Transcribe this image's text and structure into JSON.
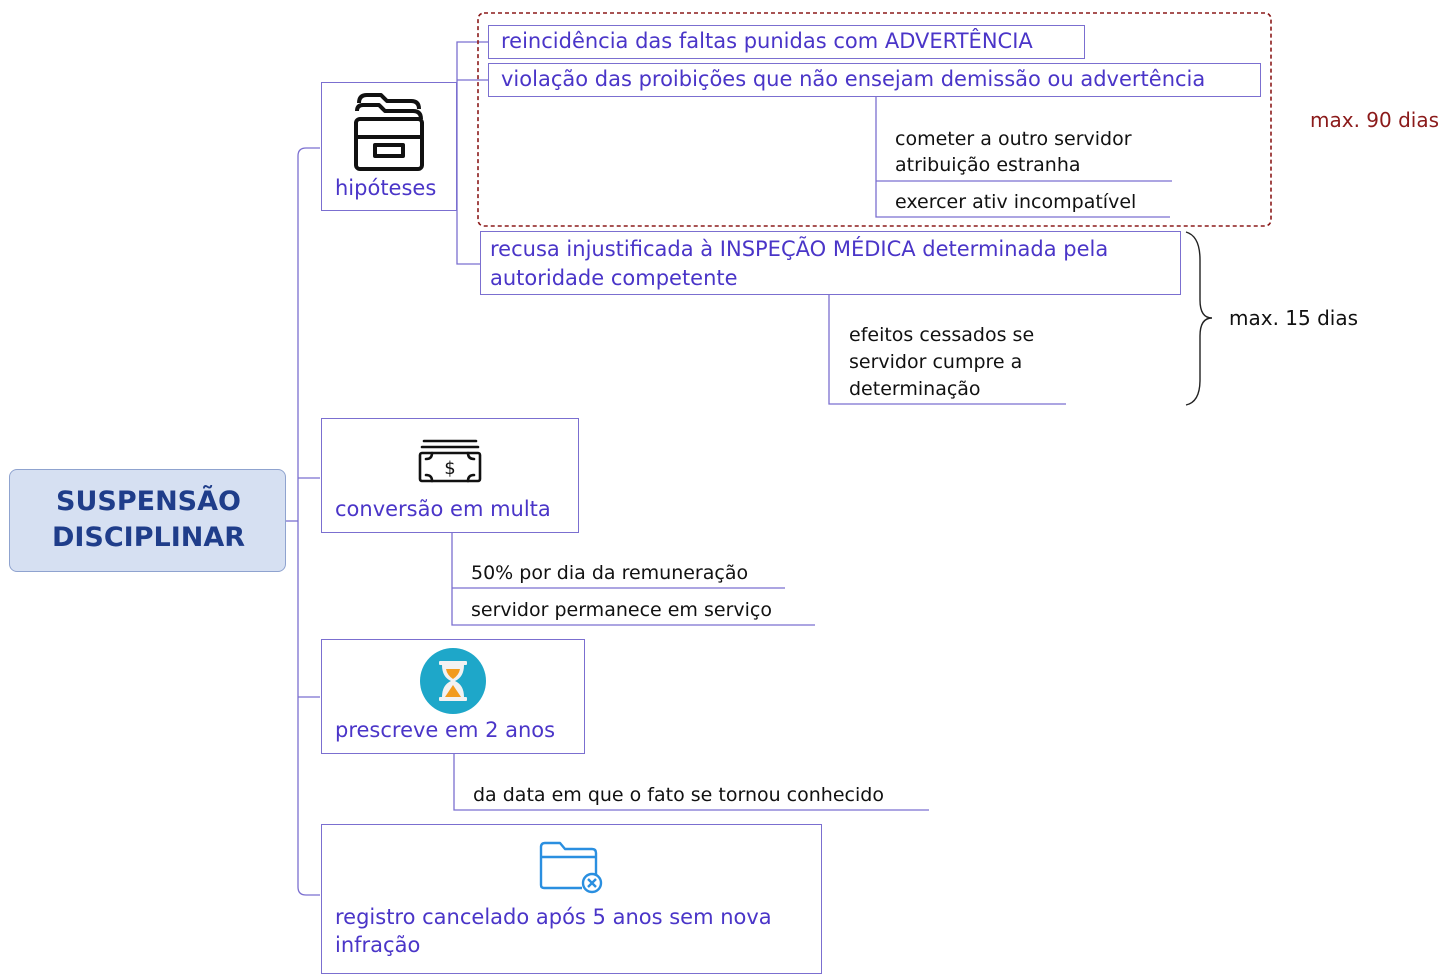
{
  "root": {
    "line1": "SUSPENSÃO",
    "line2": "DISCIPLINAR"
  },
  "hipoteses": {
    "label": "hipóteses",
    "icon": "file-cabinet-icon",
    "items": {
      "reincidencia": "reincidência das faltas punidas com ADVERTÊNCIA",
      "violacao": "violação das proibições que não ensejam demissão ou advertência",
      "cometer_line1": "cometer a outro servidor",
      "cometer_line2": "atribuição estranha",
      "exercer": "exercer ativ incompatível",
      "recusa_line1": "recusa injustificada à INSPEÇÃO MÉDICA determinada pela",
      "recusa_line2": "autoridade competente",
      "efeitos_line1": "efeitos cessados se",
      "efeitos_line2": "servidor cumpre a",
      "efeitos_line3": "determinação"
    },
    "max90": "max. 90 dias",
    "max15": "max. 15 dias"
  },
  "conversao": {
    "label": "conversão em multa",
    "icon": "money-bills-icon",
    "notes": [
      "50% por dia da remuneração",
      "servidor permanece em serviço"
    ]
  },
  "prescreve": {
    "label": "prescreve em 2 anos",
    "icon": "hourglass-icon",
    "notes": [
      "da data em que o fato se tornou conhecido"
    ]
  },
  "registro": {
    "label_line1": "registro cancelado após 5 anos sem nova",
    "label_line2": "infração",
    "icon": "folder-cancel-icon"
  },
  "colors": {
    "topic_text": "#4a35c8",
    "lines": "#7b6fd0",
    "max90": "#8b1a1a",
    "root_fill": "#d6e0f2",
    "root_text": "#1f3d8a"
  }
}
